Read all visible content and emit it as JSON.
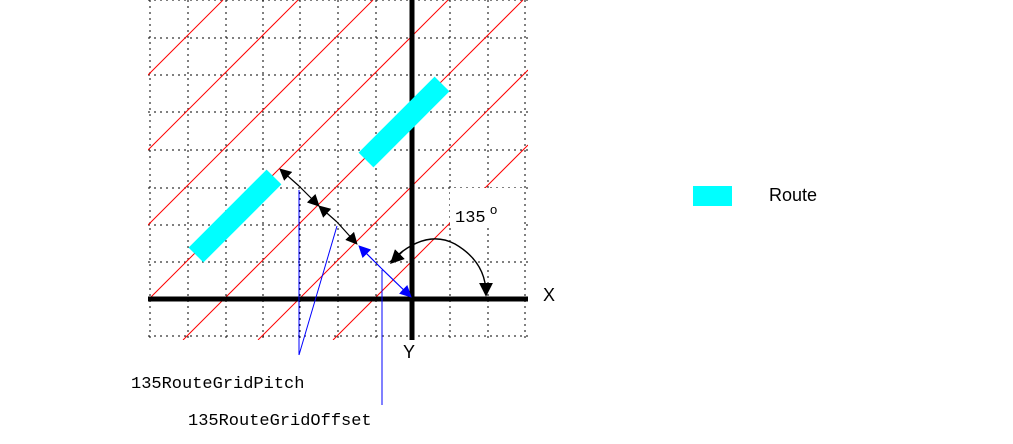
{
  "diagram": {
    "angle_label": "135",
    "angle_superscript": "o",
    "x_axis_label": "X",
    "y_axis_label": "Y",
    "pitch_label": "135RouteGridPitch",
    "offset_label": "135RouteGridOffset"
  },
  "legend": {
    "route_label": "Route"
  },
  "colors": {
    "route": "#00ffff",
    "grid_line": "#ff0000",
    "grid_dot": "#000000",
    "axis": "#000000",
    "pitch_arrow": "#000000",
    "offset_arrow": "#0000ff",
    "leader_line": "#0000ff"
  }
}
